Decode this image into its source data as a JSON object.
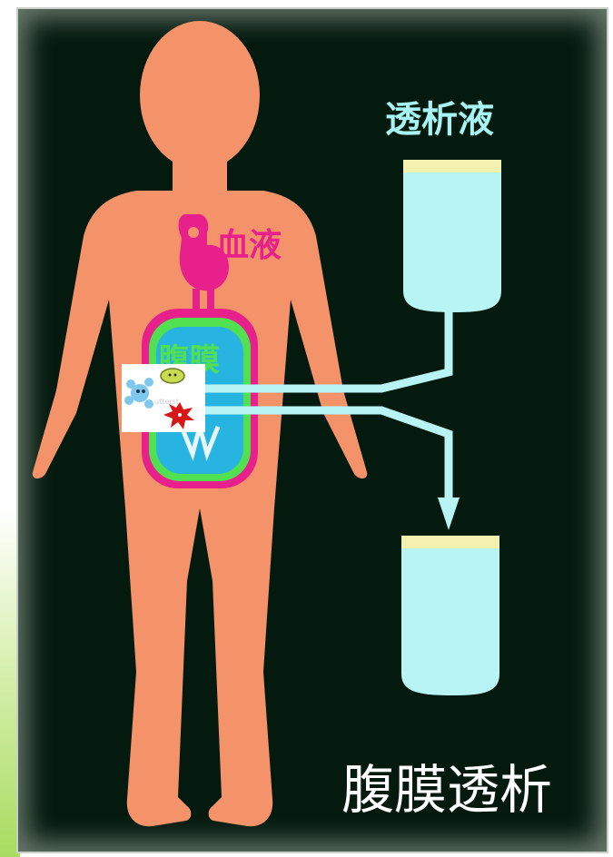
{
  "labels": {
    "dialysate": "透析液",
    "blood": "血液",
    "peritoneum": "腹膜",
    "title": "腹膜透析"
  },
  "colors": {
    "background": "#041a0e",
    "body": "#f4926a",
    "blood": "#e8208c",
    "peritoneum_fill": "#28b4e0",
    "peritoneum_ring": "#50e050",
    "bag": "#b8f4f4",
    "bag_cap": "#f4f0b0",
    "tube": "#b8f4f4",
    "label_cyan": "#a8f4f4",
    "title_white": "#ffffff"
  },
  "sticker": {
    "watermark": "utterst"
  }
}
